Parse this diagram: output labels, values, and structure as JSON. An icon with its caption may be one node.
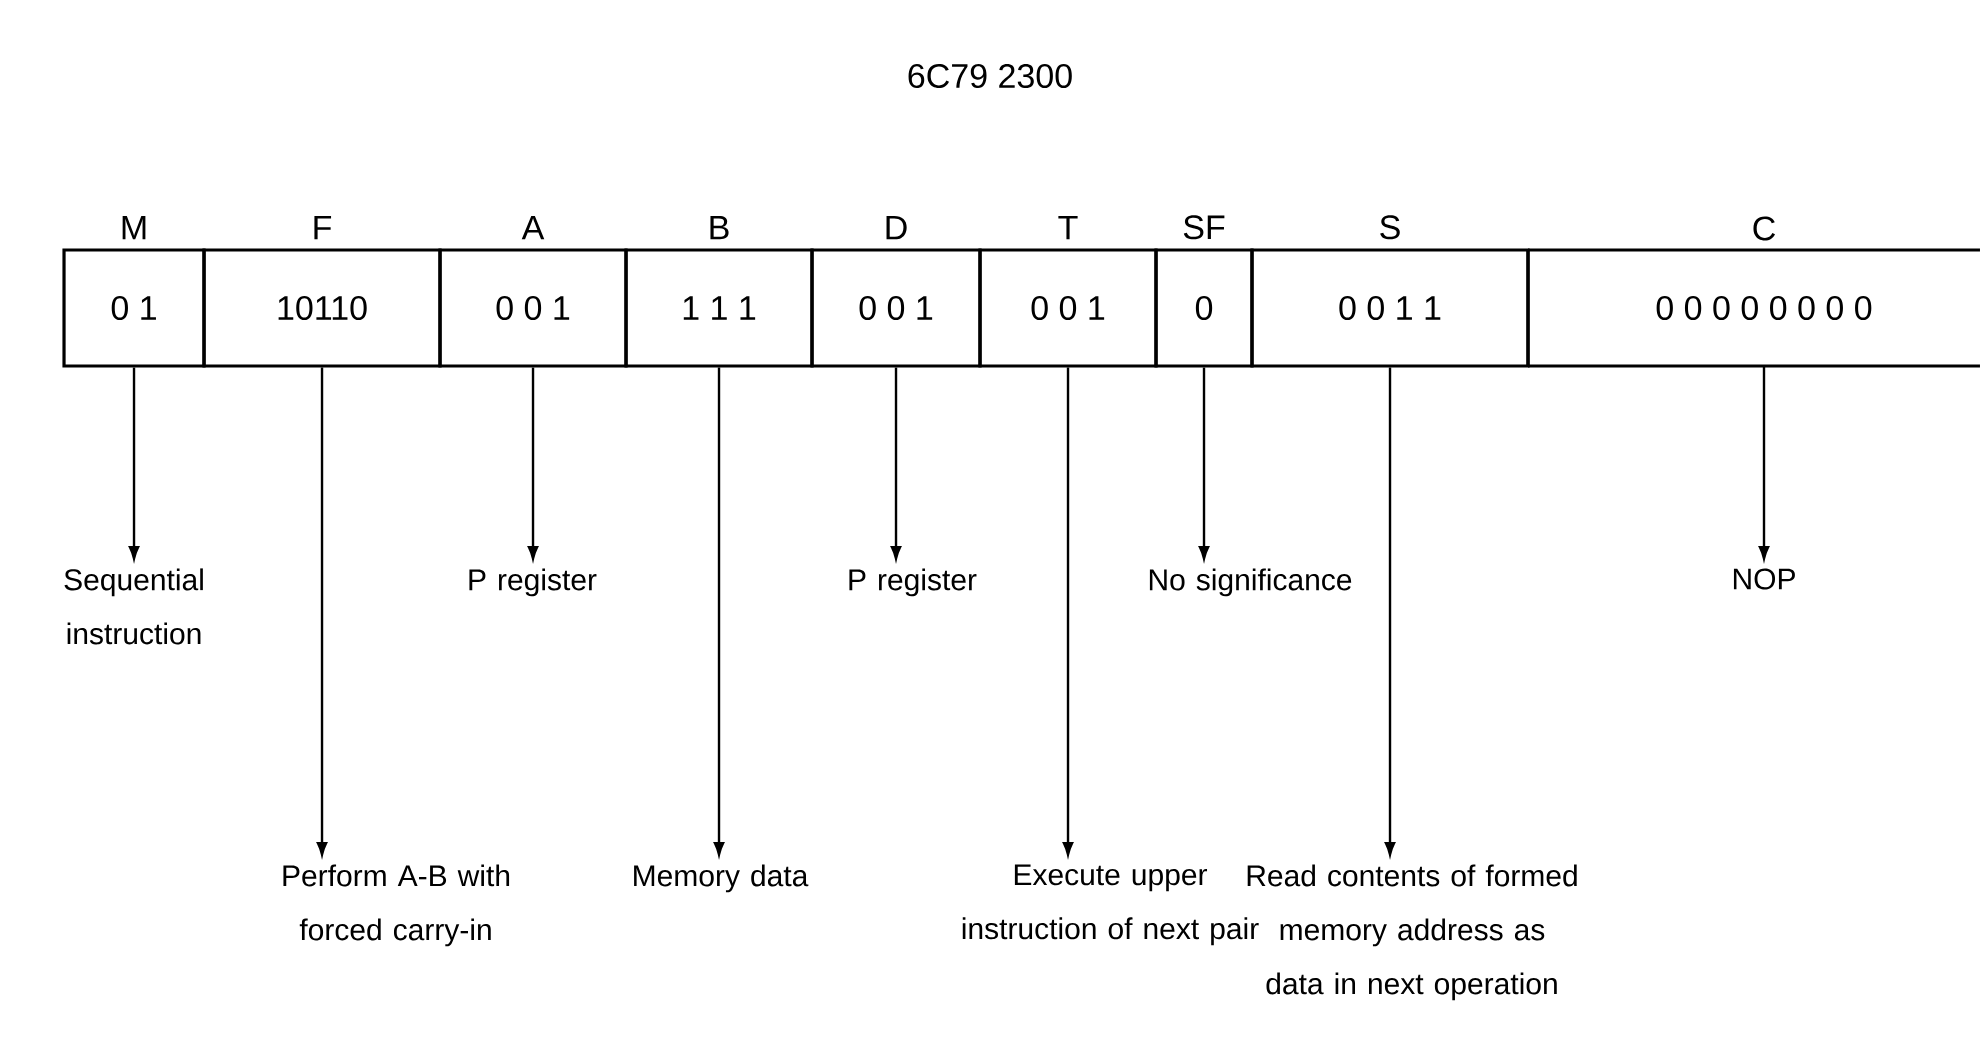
{
  "diagram": {
    "title": "6C79 2300",
    "nodes": [
      {
        "text": [
          "M",
          "0 1"
        ]
      },
      {
        "text": [
          "F",
          "10110"
        ]
      },
      {
        "text": [
          "A",
          "0 0 1"
        ]
      },
      {
        "text": [
          "B",
          "1 1 1"
        ]
      },
      {
        "text": [
          "D",
          "0 0 1"
        ]
      },
      {
        "text": [
          "T",
          "0 0 1"
        ]
      },
      {
        "text": [
          "SF",
          "0"
        ]
      },
      {
        "text": [
          "S",
          "0 0 1 1"
        ]
      },
      {
        "text": [
          "C",
          "0 0 0 0 0 0 0 0"
        ]
      },
      {
        "text": [
          "Sequential instruction"
        ]
      },
      {
        "text": [
          "Perform A-B with forced carry-in"
        ]
      },
      {
        "text": [
          "P register"
        ]
      },
      {
        "text": [
          "Memory data"
        ]
      },
      {
        "text": [
          "P register"
        ]
      },
      {
        "text": [
          "Execute upper instruction of next pair"
        ]
      },
      {
        "text": [
          "No significance"
        ]
      },
      {
        "text": [
          "Read contents of formed memory address as data in next operation"
        ]
      },
      {
        "text": [
          "NOP"
        ]
      }
    ],
    "edges": [
      {
        "from": 0,
        "to": 9,
        "arrow": "to"
      },
      {
        "from": 1,
        "to": 10,
        "arrow": "to"
      },
      {
        "from": 2,
        "to": 11,
        "arrow": "to"
      },
      {
        "from": 3,
        "to": 12,
        "arrow": "to"
      },
      {
        "from": 4,
        "to": 13,
        "arrow": "to"
      },
      {
        "from": 5,
        "to": 14,
        "arrow": "to"
      },
      {
        "from": 6,
        "to": 15,
        "arrow": "to"
      },
      {
        "from": 7,
        "to": 16,
        "arrow": "to"
      },
      {
        "from": 8,
        "to": 17,
        "arrow": "to"
      }
    ]
  }
}
